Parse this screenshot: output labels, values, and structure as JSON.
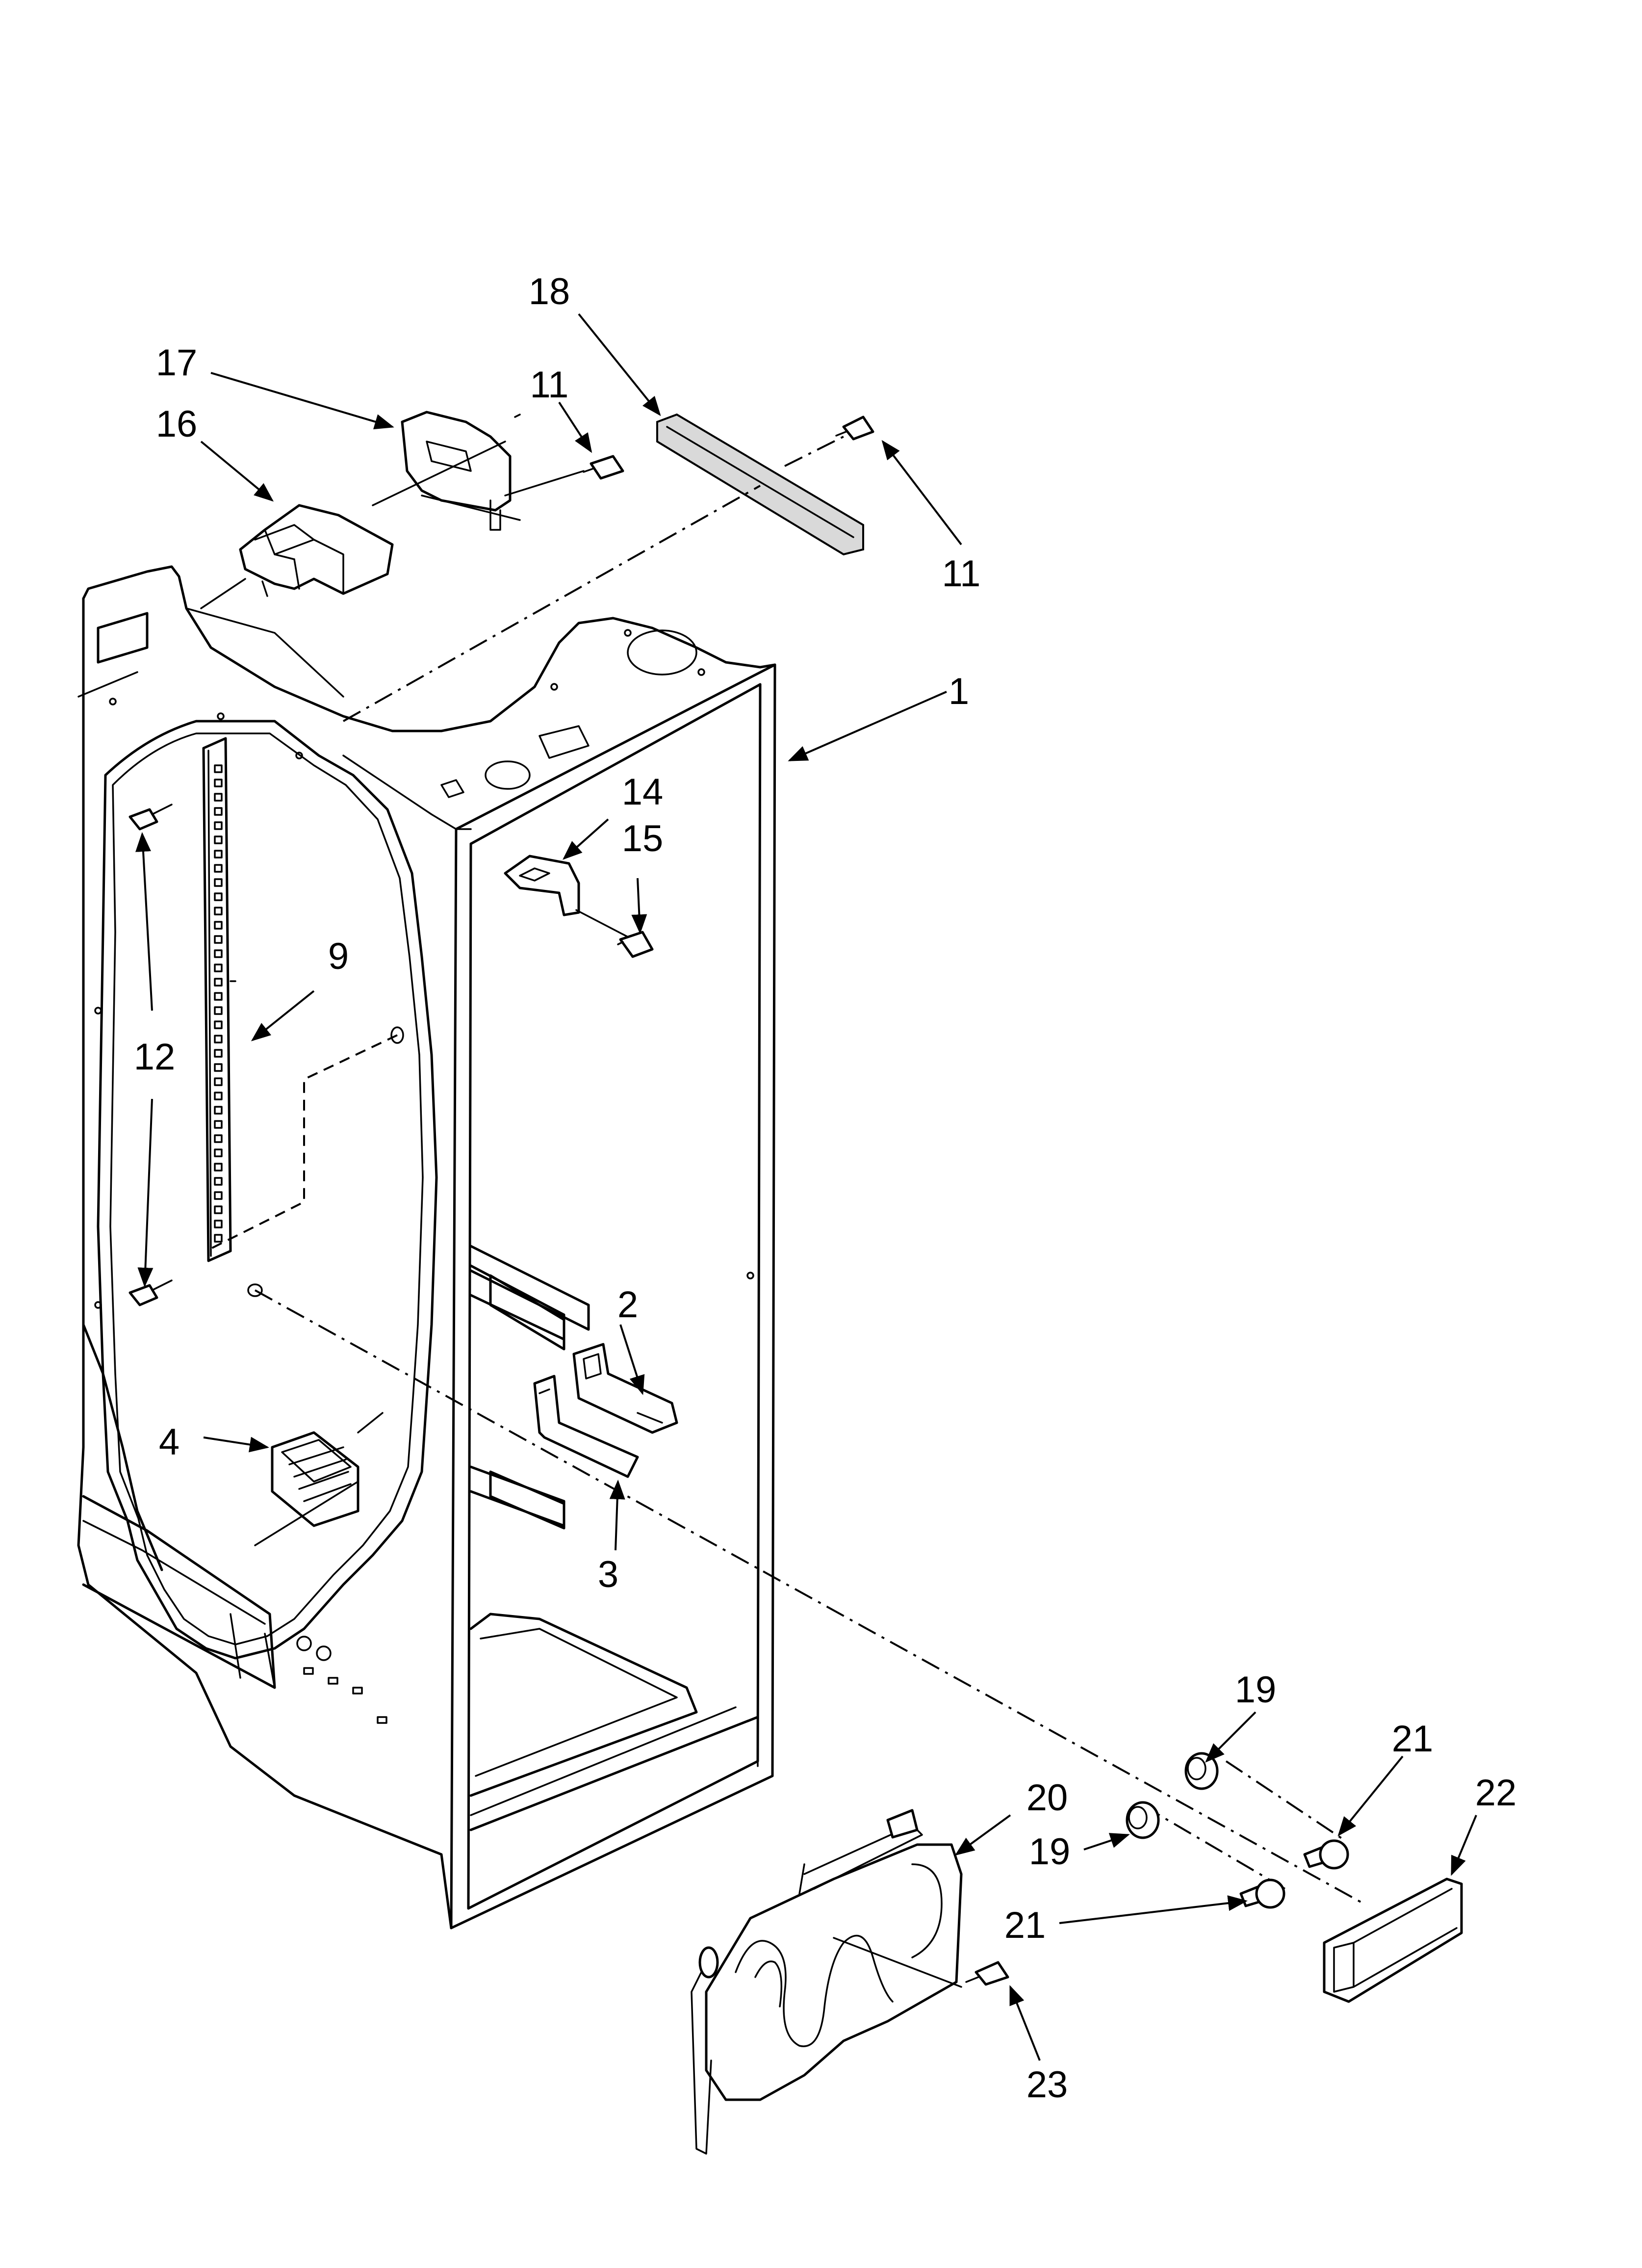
{
  "diagram": {
    "callouts": [
      {
        "id": "c1",
        "label": "1"
      },
      {
        "id": "c2",
        "label": "2"
      },
      {
        "id": "c3",
        "label": "3"
      },
      {
        "id": "c4",
        "label": "4"
      },
      {
        "id": "c9",
        "label": "9"
      },
      {
        "id": "c11a",
        "label": "11"
      },
      {
        "id": "c11b",
        "label": "11"
      },
      {
        "id": "c12",
        "label": "12"
      },
      {
        "id": "c14",
        "label": "14"
      },
      {
        "id": "c15",
        "label": "15"
      },
      {
        "id": "c16",
        "label": "16"
      },
      {
        "id": "c17",
        "label": "17"
      },
      {
        "id": "c18",
        "label": "18"
      },
      {
        "id": "c19a",
        "label": "19"
      },
      {
        "id": "c19b",
        "label": "19"
      },
      {
        "id": "c20",
        "label": "20"
      },
      {
        "id": "c21a",
        "label": "21"
      },
      {
        "id": "c21b",
        "label": "21"
      },
      {
        "id": "c22",
        "label": "22"
      },
      {
        "id": "c23",
        "label": "23"
      }
    ]
  }
}
